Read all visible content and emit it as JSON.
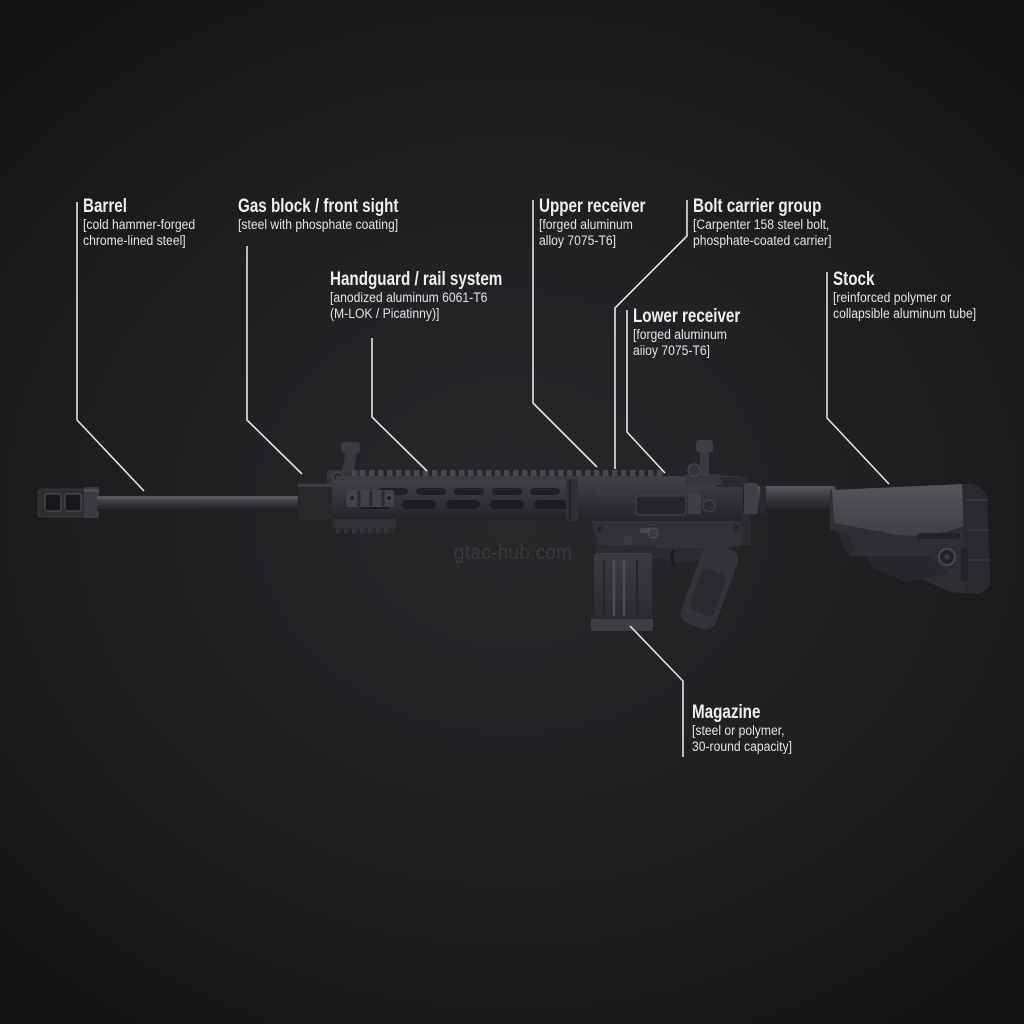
{
  "page": {
    "watermark": "gtac-hub.com",
    "subject": "AR-style rifle parts diagram"
  },
  "colors": {
    "background": "#1f1f22",
    "label_title": "#f0f0f0",
    "label_spec": "#e3e3e3",
    "leader_line": "#e5e5e5",
    "watermark": "#3a3a3d",
    "rifle_body": "#333337"
  },
  "labels": {
    "barrel": {
      "title": "Barrel",
      "spec1": "[cold hammer-forged",
      "spec2": "chrome-lined steel]"
    },
    "gas_block": {
      "title": "Gas block / front sight",
      "spec1": "[steel with phosphate coating]"
    },
    "handguard": {
      "title": "Handguard / rail system",
      "spec1": "[anodized aluminum 6061-T6",
      "spec2": "(M-LOK / Picatinny)]"
    },
    "upper_receiver": {
      "title": "Upper receiver",
      "spec1": "[forged aluminum",
      "spec2": "alloy 7075-T6]"
    },
    "bolt_carrier": {
      "title": "Bolt carrier group",
      "spec1": "[Carpenter 158 steel bolt,",
      "spec2": "phosphate-coated carrier]"
    },
    "lower_receiver": {
      "title": "Lower receiver",
      "spec1": "[forged aluminum",
      "spec2": "aiioy 7075-T6]"
    },
    "stock": {
      "title": "Stock",
      "spec1": "[reinforced polymer or",
      "spec2": "collapsible aluminum tube]"
    },
    "magazine": {
      "title": "Magazine",
      "spec1": "[steel or polymer,",
      "spec2": "30-round capacity]"
    }
  }
}
